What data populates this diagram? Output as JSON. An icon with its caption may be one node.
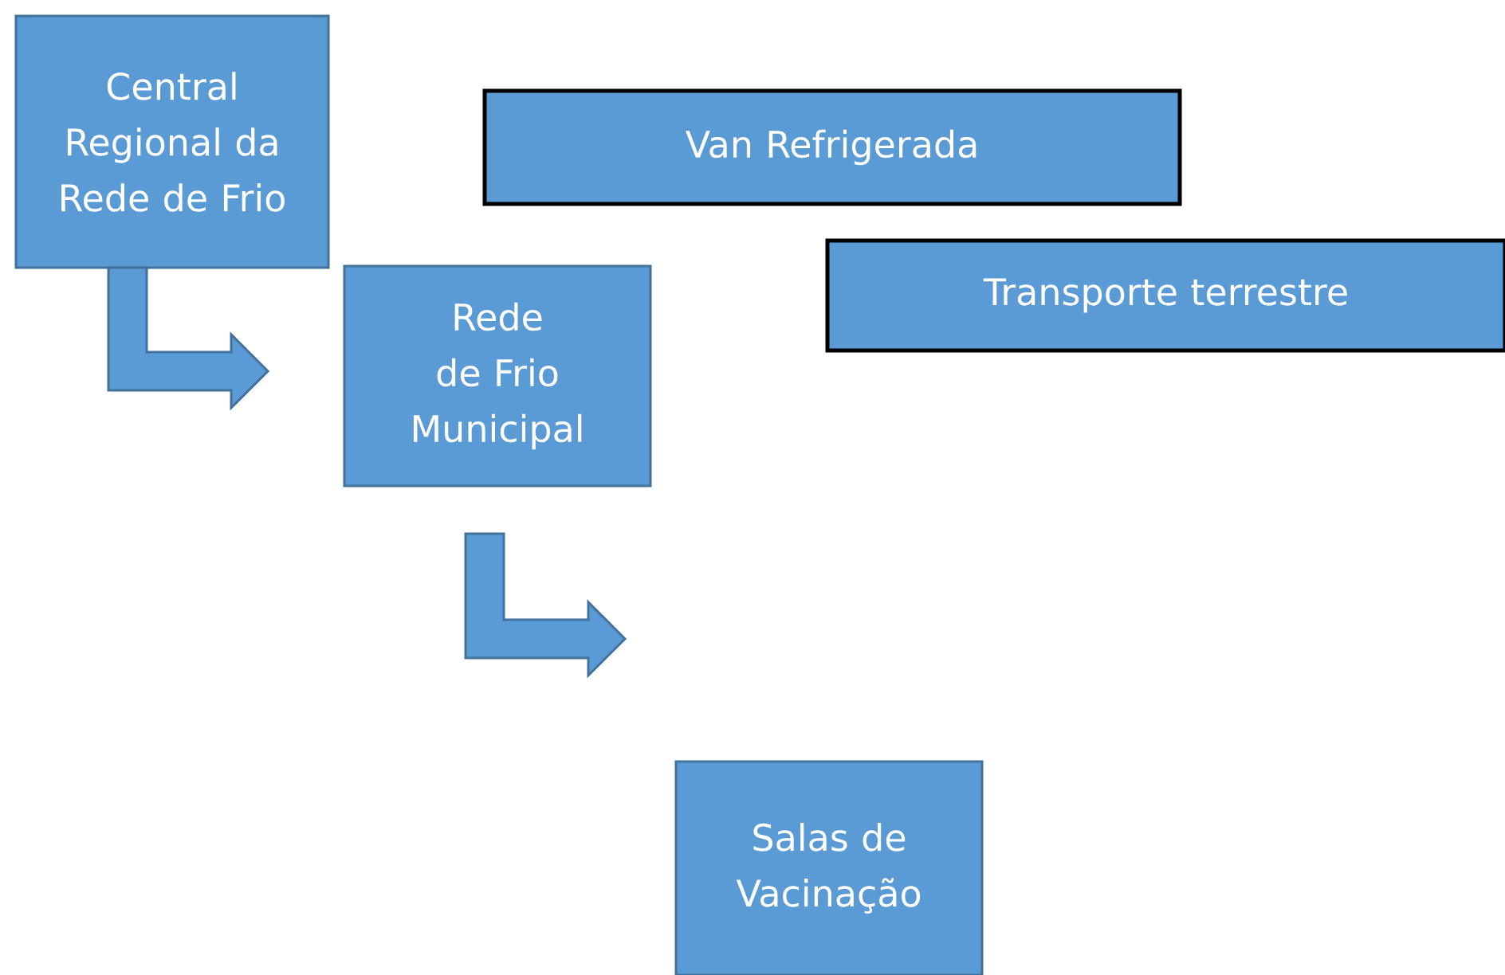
{
  "diagram": {
    "nodes": [
      {
        "text": [
          "Central Regional da Rede de Frio"
        ]
      },
      {
        "text": [
          "Van Refrigerada"
        ]
      },
      {
        "text": [
          "Transporte terrestre"
        ]
      },
      {
        "text": [
          "Rede de Frio Municipal"
        ]
      },
      {
        "text": [
          "Salas de Vacinação"
        ]
      }
    ],
    "edges": [
      {
        "from": 0,
        "to": 3,
        "arrow": "to"
      },
      {
        "from": 3,
        "to": 4,
        "arrow": "to"
      }
    ]
  }
}
